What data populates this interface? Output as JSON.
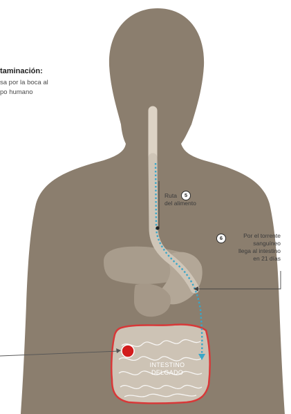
{
  "caption": {
    "title": "taminación:",
    "line1": "sa por la boca al",
    "line2": "po humano"
  },
  "labels": {
    "ruta_line1": "Ruta",
    "ruta_line2": "del alimento",
    "ruta_step": "5",
    "torrente_step": "6",
    "torrente_line1": "Por el torrente",
    "torrente_line2": "sanguíneo",
    "torrente_line3": "llega al intestino",
    "torrente_line4": "en 21 días",
    "intestino_line1": "INTESTINO",
    "intestino_line2": "DELGADO"
  },
  "colors": {
    "body": "#8b7e6e",
    "organs": "#a89c8c",
    "intestine_outline": "#d83838",
    "dot": "#d21c1c",
    "route": "#3aa6c8",
    "pointer": "#444444"
  }
}
